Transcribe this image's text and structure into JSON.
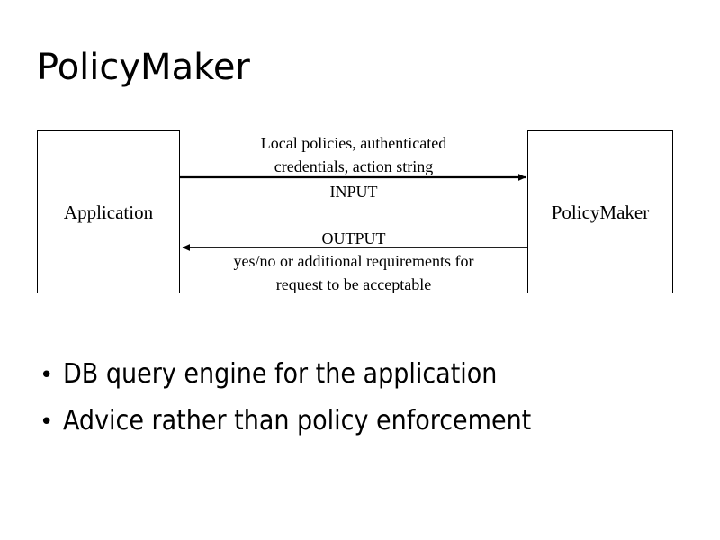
{
  "slide": {
    "title": "PolicyMaker",
    "background_color": "#ffffff",
    "text_color": "#000000"
  },
  "diagram": {
    "nodes": [
      {
        "id": "application",
        "label": "Application"
      },
      {
        "id": "policymaker",
        "label": "PolicyMaker"
      }
    ],
    "edges": [
      {
        "id": "input-edge",
        "direction": "right",
        "from": "application",
        "to": "policymaker",
        "label_above_line_1": "Local policies, authenticated",
        "label_above_line_2": "credentials, action string",
        "label_below": "INPUT"
      },
      {
        "id": "output-edge",
        "direction": "left",
        "from": "policymaker",
        "to": "application",
        "label_above": "OUTPUT",
        "label_below_line_1": "yes/no or additional requirements for",
        "label_below_line_2": "request to be acceptable"
      }
    ]
  },
  "bullets": [
    {
      "marker": "•",
      "text": "DB query engine for the application"
    },
    {
      "marker": "•",
      "text": "Advice rather than policy enforcement"
    }
  ]
}
